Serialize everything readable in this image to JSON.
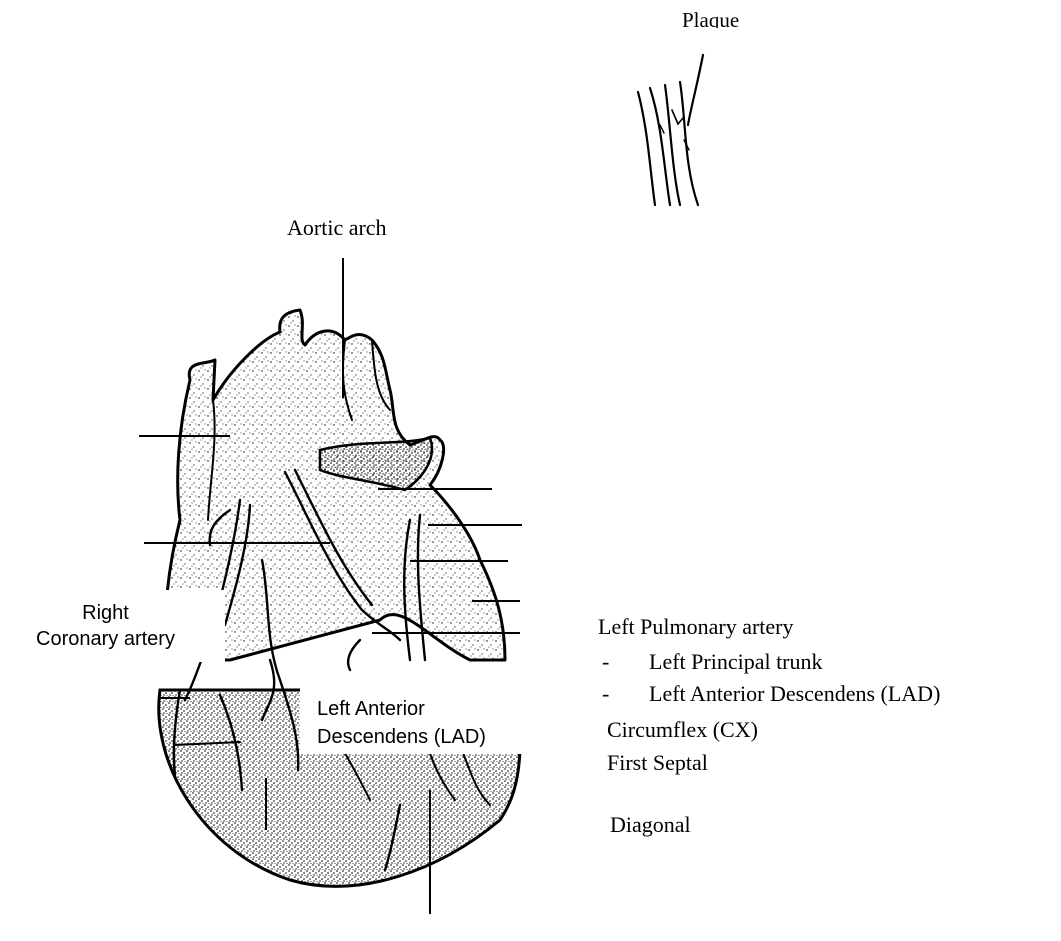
{
  "labels": {
    "plaque": "Plaque",
    "aortic_arch": "Aortic arch",
    "right_coronary_line1": "Right",
    "right_coronary_line2": "Coronary artery",
    "lad_inset_line1": "Left Anterior",
    "lad_inset_line2": "Descendens (LAD)",
    "left_pulmonary_artery": "Left Pulmonary artery",
    "left_principal_trunk": "Left Principal trunk",
    "left_anterior_descendens": "Left Anterior Descendens (LAD)",
    "circumflex": "Circumflex (CX)",
    "first_septal": "First Septal",
    "diagonal": "Diagonal"
  },
  "list_marker": "-",
  "colors": {
    "ink": "#000000",
    "background": "#ffffff"
  }
}
